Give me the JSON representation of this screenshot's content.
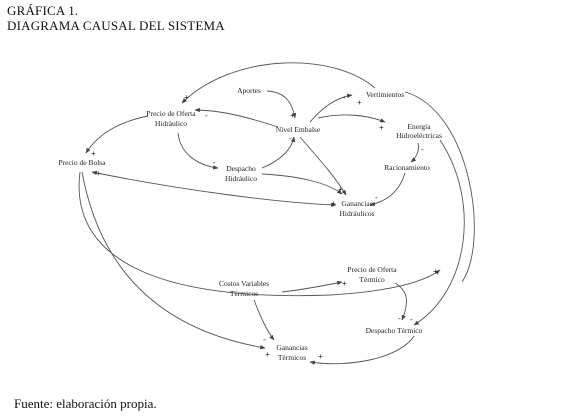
{
  "figure": {
    "label": "GRÁFICA 1.",
    "title": "DIAGRAMA CAUSAL DEL SISTEMA"
  },
  "nodes": {
    "aportes": [
      "Aportes"
    ],
    "vertimientos": [
      "Vertimientos"
    ],
    "precio_oferta_hidraulico": [
      "Precio de Oferta",
      "Hidráulico"
    ],
    "nivel_embalse": [
      "Nivel Embalse"
    ],
    "energia_hidroelectricas": [
      "Energía",
      "Hidroeléctricas"
    ],
    "precio_bolsa": [
      "Precio de Bolsa"
    ],
    "despacho_hidraulico": [
      "Despacho",
      "Hidráulico"
    ],
    "racionamiento": [
      "Racionamiento"
    ],
    "ganancias_hidraulicos": [
      "Ganancias",
      "Hidráulicos"
    ],
    "precio_oferta_termico": [
      "Precio de Oferta",
      "Térmico"
    ],
    "costos_variables_termicos": [
      "Costos Variables",
      "Térmicos"
    ],
    "despacho_termico": [
      "Despacho Térmico"
    ],
    "ganancias_termicos": [
      "Ganancias",
      "Térmicos"
    ]
  },
  "polarity_marks": {
    "aportes_to_nivel": "+",
    "vert_to_nivel": "-",
    "nivel_to_vert": "+",
    "nivel_to_pohid": "-",
    "pohid_to_vert": "+",
    "nivel_to_energia": "+",
    "pohid_to_bolsa": "+",
    "pohid_to_despacho": "-",
    "despacho_to_nivel": "-",
    "energia_to_racion": "-",
    "racion_to_ganhid": "-",
    "bolsa_to_ganhid": "+",
    "despacho_to_ganhid": "+",
    "ganhid_from_bolsa": "+",
    "costos_to_poterm": "+",
    "poterm_to_desterm": "-",
    "bolsa_to_desterm": "+",
    "costos_to_ganterm": "-",
    "bolsa_to_ganterm": "+",
    "desterm_to_ganterm": "+",
    "energia_to_desterm": "-"
  },
  "source_note": "Fuente: elaboración propia."
}
